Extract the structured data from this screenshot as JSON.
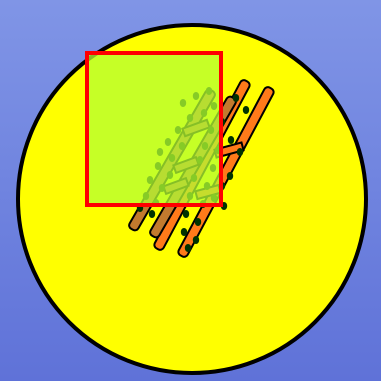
{
  "colors": {
    "background_top": "#8095e6",
    "background_bottom": "#5f72d8",
    "circle_fill": "#ffff00",
    "circle_stroke": "#000000",
    "selection_stroke": "#ff0000",
    "selection_fill": "#b3ff33",
    "ladder_left": "#c27a2e",
    "ladder_right": "#ff7a1a",
    "dot": "#003300"
  },
  "scene": {
    "shapes": [
      "yellow-circle",
      "red-selection-square",
      "ladder-left",
      "ladder-right",
      "dots"
    ]
  }
}
